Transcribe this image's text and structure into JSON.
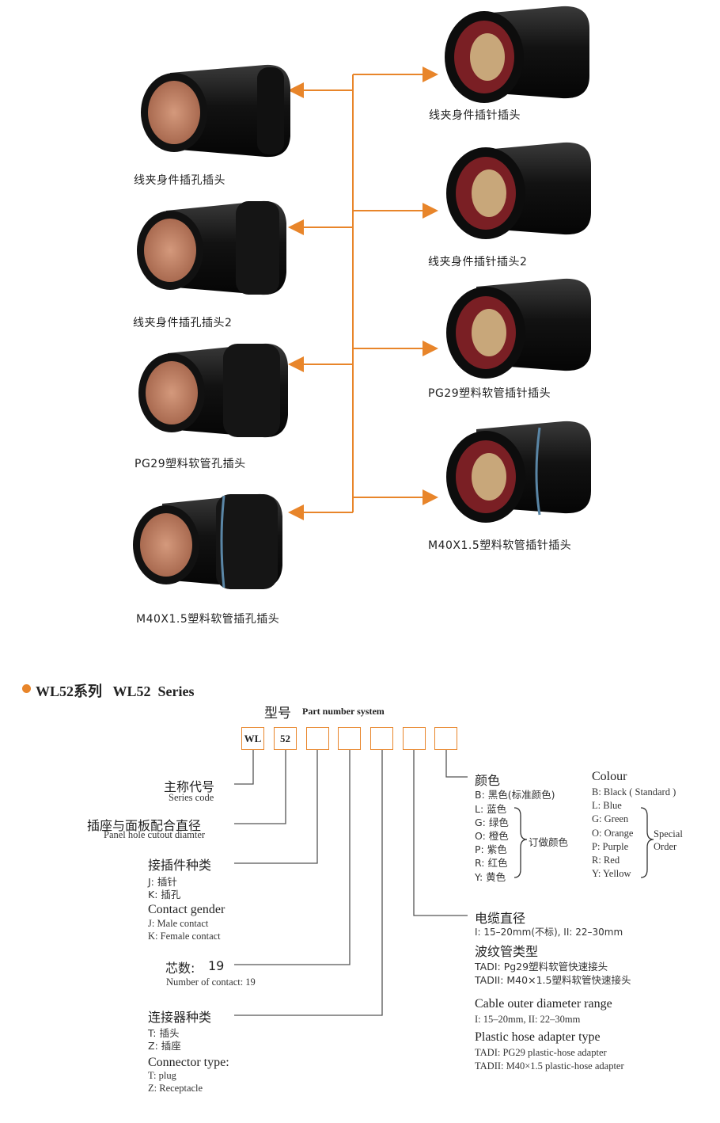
{
  "connectors": {
    "left": [
      {
        "caption": "线夹身件插孔插头"
      },
      {
        "caption": "线夹身件插孔插头2"
      },
      {
        "caption": "PG29塑料软管孔插头"
      },
      {
        "caption": "M40X1.5塑料软管插孔插头"
      }
    ],
    "right": [
      {
        "caption": "线夹身件插针插头"
      },
      {
        "caption": "线夹身件插针插头2"
      },
      {
        "caption": "PG29塑料软管插针插头"
      },
      {
        "caption": "M40X1.5塑料软管插针插头"
      }
    ]
  },
  "series": {
    "title": "WL52系列   WL52  Series",
    "pn_title_cn": "型号",
    "pn_title_en": "Part number system",
    "boxes": [
      "WL",
      "52",
      "",
      "",
      "",
      "",
      ""
    ]
  },
  "fields": {
    "series_code": {
      "cn": "主称代号",
      "en": "Series code"
    },
    "panel_hole": {
      "cn": "插座与面板配合直径",
      "en": "Panel hole cutout diamter"
    },
    "contact_type": {
      "cn": "接插件种类",
      "opt1": "J: 插针",
      "opt2": "K: 插孔",
      "en": "Contact  gender",
      "en1": "J: Male  contact",
      "en2": "K: Female  contact"
    },
    "cores": {
      "cn": "芯数:",
      "value": "19",
      "en": "Number of contact: 19"
    },
    "connector_type": {
      "cn": "连接器种类",
      "opt1": "T: 插头",
      "opt2": "Z: 插座",
      "en": "Connector type:",
      "en1": "T: plug",
      "en2": "Z: Receptacle"
    },
    "colour": {
      "cn": "颜色",
      "en": "Colour",
      "cn_std": "B: 黑色(标准颜色)",
      "en_std": "B: Black ( Standard )",
      "cn_opts": [
        "L: 蓝色",
        "G: 绿色",
        "O: 橙色",
        "P: 紫色",
        "R: 红色",
        "Y: 黄色"
      ],
      "en_opts": [
        "L: Blue",
        "G: Green",
        "O: Orange",
        "P: Purple",
        "R: Red",
        "Y: Yellow"
      ],
      "cn_custom": "订做颜色",
      "en_special1": "Special",
      "en_special2": "Order"
    },
    "cable": {
      "cn": "电缆直径",
      "cn_range": "I: 15–20mm(不标),  II: 22–30mm",
      "hose_cn": "波纹管类型",
      "hose_cn1": "TADI: Pg29塑料软管快速接头",
      "hose_cn2": "TADII: M40×1.5塑料软管快速接头",
      "en": "Cable outer diameter range",
      "en_range": "I: 15–20mm, II: 22–30mm",
      "hose_en": "Plastic hose adapter type",
      "hose_en1": "TADI: PG29 plastic-hose adapter",
      "hose_en2": "TADII: M40×1.5 plastic-hose adapter"
    }
  },
  "colors": {
    "accent": "#e8852a",
    "line": "#555555",
    "connector_body": "#1a1a1a",
    "contact_face": "#c8876a"
  }
}
